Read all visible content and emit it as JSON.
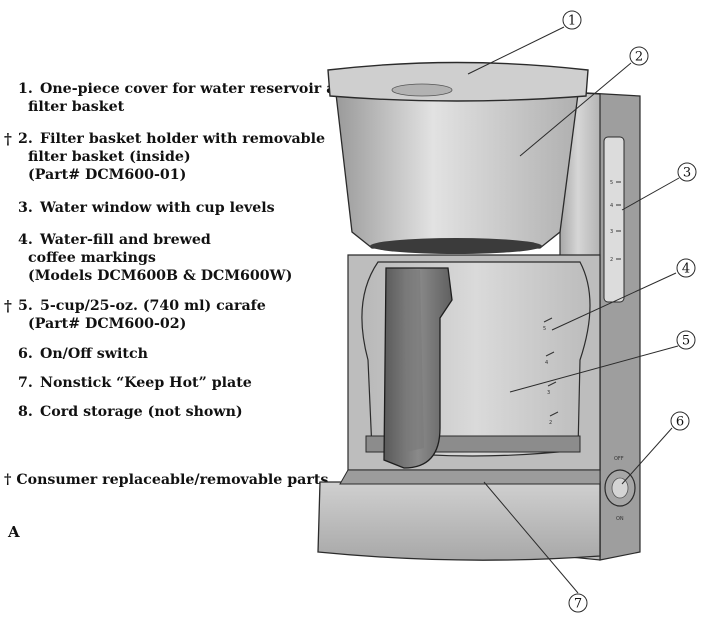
{
  "legend": [
    {
      "mark": "",
      "num": "1.",
      "lines": [
        "One-piece cover for water reservoir a",
        "filter basket"
      ]
    },
    {
      "mark": "†",
      "num": "2.",
      "lines": [
        "Filter basket holder with removable",
        "filter basket (inside)",
        "(Part# DCM600-01)"
      ]
    },
    {
      "mark": "",
      "num": "3.",
      "lines": [
        "Water window with cup levels"
      ]
    },
    {
      "mark": "",
      "num": "4.",
      "lines": [
        "Water-fill and brewed",
        "coffee markings",
        "(Models DCM600B & DCM600W)"
      ]
    },
    {
      "mark": "†",
      "num": "5.",
      "lines": [
        "5-cup/25-oz. (740 ml) carafe",
        "(Part# DCM600-02)"
      ]
    },
    {
      "mark": "",
      "num": "6.",
      "lines": [
        "On/Off switch"
      ]
    },
    {
      "mark": "",
      "num": "7.",
      "lines": [
        "Nonstick “Keep Hot” plate"
      ]
    },
    {
      "mark": "",
      "num": "8.",
      "lines": [
        "Cord storage (not shown)"
      ]
    }
  ],
  "footnote": "† Consumer replaceable/removable parts",
  "figure_label": "A",
  "callouts": [
    "1",
    "2",
    "3",
    "4",
    "5",
    "6",
    "7"
  ],
  "window_ticks": [
    "5",
    "4",
    "3",
    "2"
  ],
  "carafe_ticks": [
    "5",
    "4",
    "3",
    "2"
  ],
  "switch_labels": {
    "off": "OFF",
    "on": "ON"
  },
  "colors": {
    "body": "#c2c2c2",
    "body_dark": "#8f8f8f",
    "handle": "#6e6e6e",
    "line": "#2b2b2b"
  }
}
